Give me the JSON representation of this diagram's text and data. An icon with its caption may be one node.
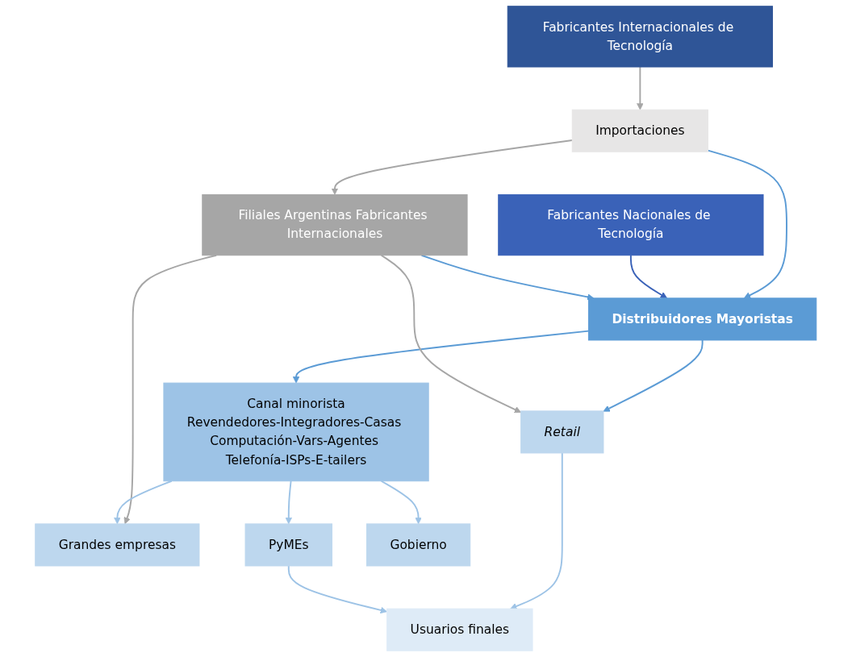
{
  "diagram": {
    "nodes": [
      {
        "text": [
          "Fabricantes Internacionales de Tecnología"
        ]
      },
      {
        "text": [
          "Fabricantes Nacionales de Tecnología"
        ]
      },
      {
        "text": [
          "Importaciones"
        ]
      },
      {
        "text": [
          "Filiales Argentinas Fabricantes Internacionales"
        ]
      },
      {
        "text": [
          "Distribuidores Mayoristas"
        ]
      },
      {
        "text": [
          "Canal minorista",
          "Revendedores-Integradores-Casas Computación-Vars-Agentes Telefonía-ISPs-E-tailers"
        ]
      },
      {
        "text": [
          "Retail"
        ]
      },
      {
        "text": [
          "Grandes empresas"
        ]
      },
      {
        "text": [
          "PyMEs"
        ]
      },
      {
        "text": [
          "Gobierno"
        ]
      },
      {
        "text": [
          "Usuarios finales"
        ]
      }
    ],
    "edges": [
      {
        "from": 0,
        "to": 2,
        "arrow": "to",
        "color": "#a6a6a6"
      },
      {
        "from": 2,
        "to": 3,
        "arrow": "to",
        "color": "#a6a6a6"
      },
      {
        "from": 2,
        "to": 4,
        "arrow": "to",
        "color": "#5b9bd5"
      },
      {
        "from": 1,
        "to": 4,
        "arrow": "to",
        "color": "#3a62b8"
      },
      {
        "from": 3,
        "to": 4,
        "arrow": "to",
        "color": "#5b9bd5"
      },
      {
        "from": 4,
        "to": 5,
        "arrow": "to",
        "color": "#5b9bd5"
      },
      {
        "from": 4,
        "to": 6,
        "arrow": "to",
        "color": "#5b9bd5"
      },
      {
        "from": 3,
        "to": 6,
        "arrow": "to",
        "color": "#a6a6a6"
      },
      {
        "from": 3,
        "to": 7,
        "arrow": "to",
        "color": "#a6a6a6"
      },
      {
        "from": 5,
        "to": 7,
        "arrow": "to"
      },
      {
        "from": 5,
        "to": 8,
        "arrow": "to"
      },
      {
        "from": 5,
        "to": 9,
        "arrow": "to"
      },
      {
        "from": 6,
        "to": 10,
        "arrow": "to"
      },
      {
        "from": 8,
        "to": 10,
        "arrow": "to"
      }
    ]
  }
}
